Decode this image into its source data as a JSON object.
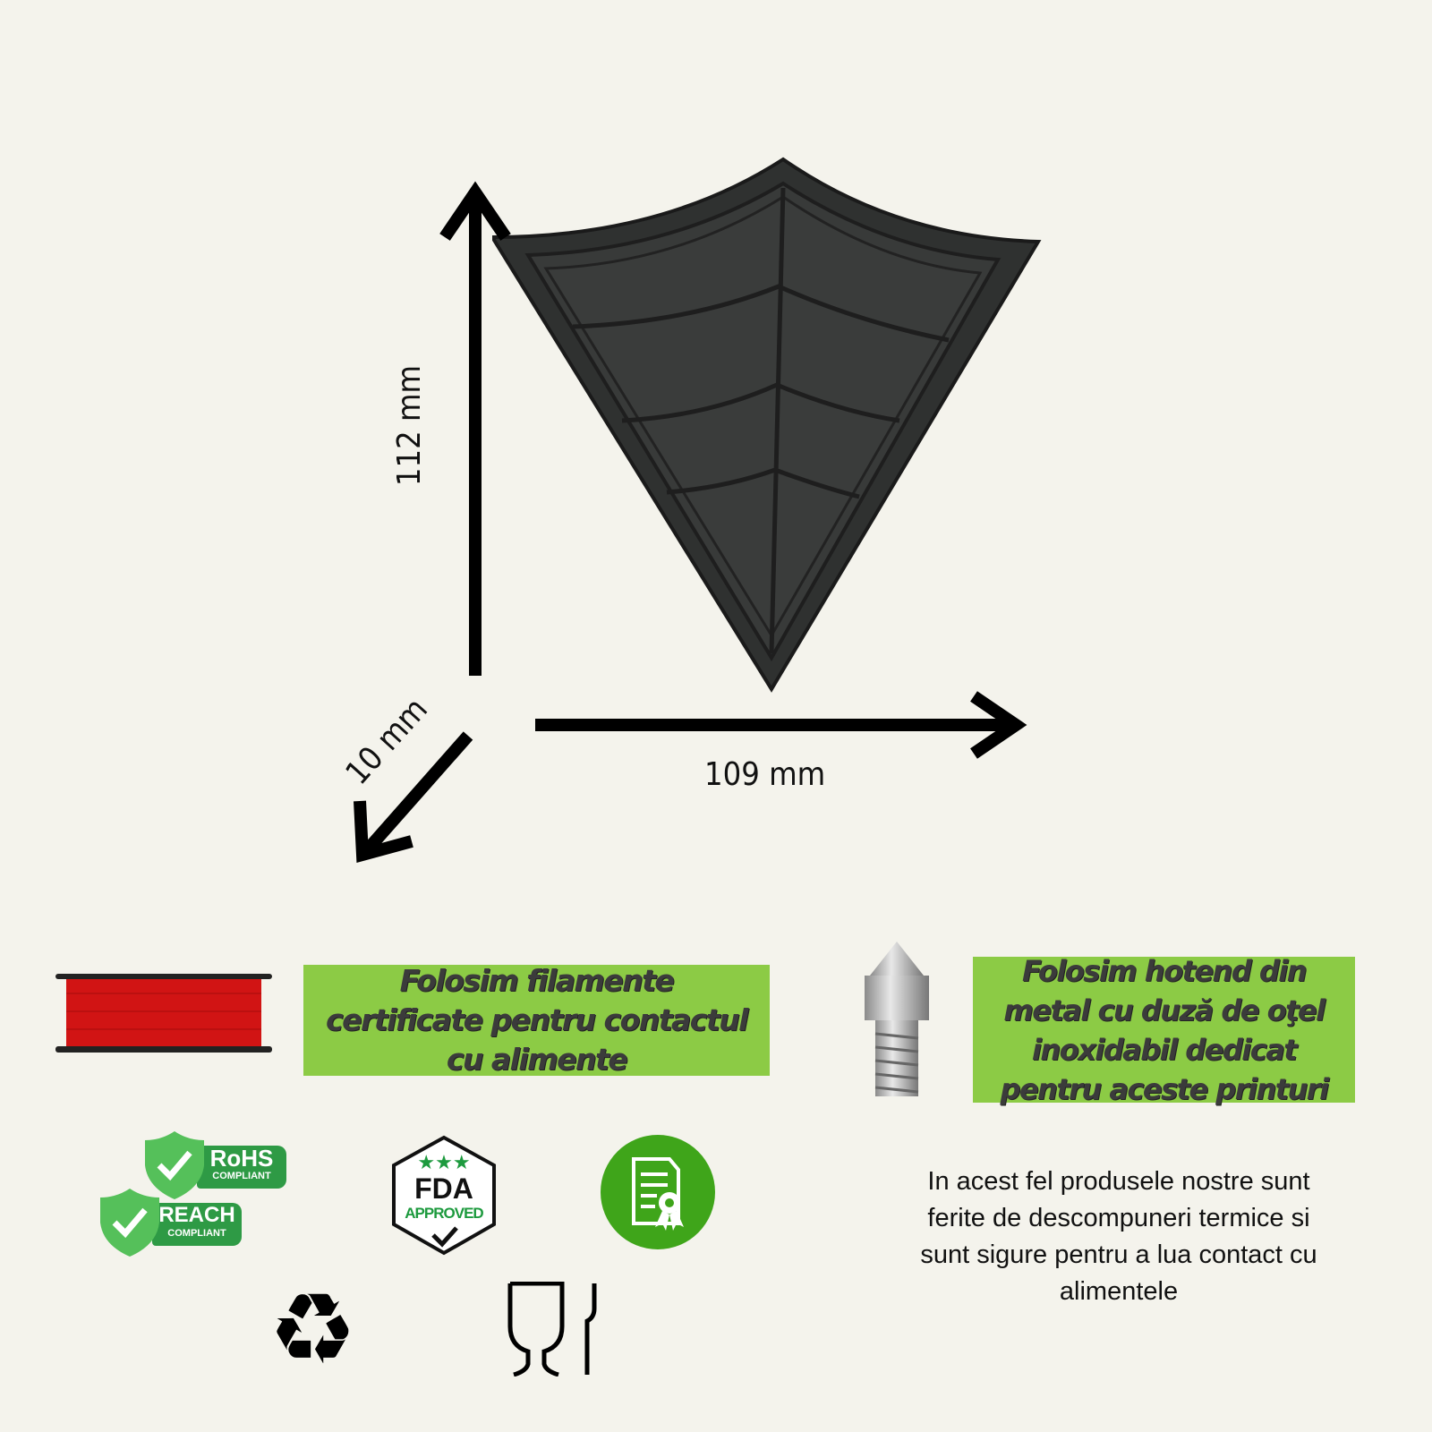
{
  "dimensions": {
    "height": "112 mm",
    "width": "109 mm",
    "depth": "10 mm"
  },
  "features": [
    {
      "text": "Folosim filamente certificate pentru contactul cu alimente",
      "icon": "filament-spool-icon"
    },
    {
      "text": "Folosim hotend din metal cu duză de oţel inoxidabil dedicat pentru aceste printuri",
      "icon": "nozzle-icon"
    }
  ],
  "badges": {
    "rohs": {
      "title": "RoHS",
      "sub": "COMPLIANT"
    },
    "reach": {
      "title": "REACH",
      "sub": "COMPLIANT"
    },
    "fda": {
      "title": "FDA",
      "sub": "APPROVED"
    }
  },
  "note": "In acest fel produsele nostre sunt ferite de descompuneri termice si sunt sigure  pentru a lua contact cu alimentele",
  "colors": {
    "background": "#f4f3ec",
    "accent": "#8ccb45",
    "badge_green": "#2e9a45"
  }
}
